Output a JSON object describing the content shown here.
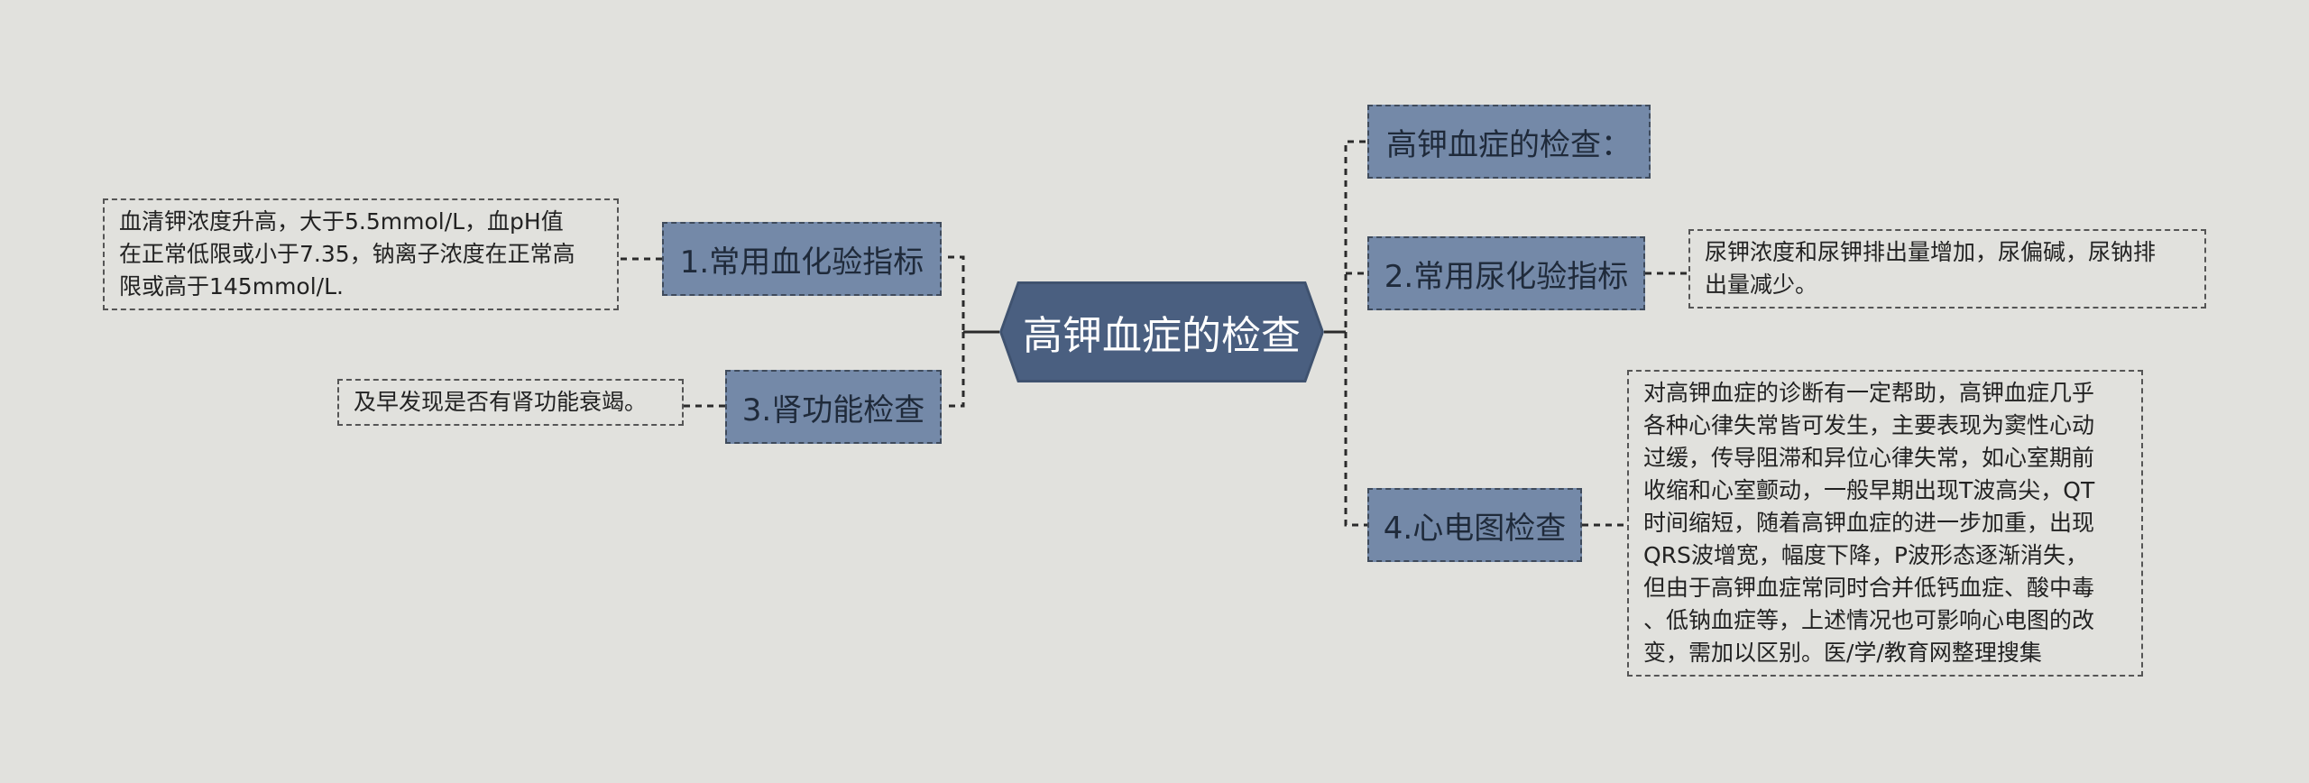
{
  "root": {
    "title": "高钾血症的检查"
  },
  "branches": {
    "b1": {
      "label": "1.常用血化验指标"
    },
    "b3": {
      "label": "3.肾功能检查"
    },
    "b0": {
      "label": "高钾血症的检查："
    },
    "b2": {
      "label": "2.常用尿化验指标"
    },
    "b4": {
      "label": "4.心电图检查"
    }
  },
  "leaves": {
    "b1": {
      "lines": [
        "血清钾浓度升高，大于5.5mmol/L，血pH值",
        "在正常低限或小于7.35，钠离子浓度在正常高",
        "限或高于145mmol/L."
      ]
    },
    "b3": {
      "lines": [
        "及早发现是否有肾功能衰竭。"
      ]
    },
    "b2": {
      "lines": [
        "尿钾浓度和尿钾排出量增加，尿偏碱，尿钠排",
        "出量减少。"
      ]
    },
    "b4": {
      "lines": [
        "对高钾血症的诊断有一定帮助，高钾血症几乎",
        "各种心律失常皆可发生，主要表现为窦性心动",
        "过缓，传导阻滞和异位心律失常，如心室期前",
        "收缩和心室颤动，一般早期出现T波高尖，QT",
        "时间缩短，随着高钾血症的进一步加重，出现",
        "QRS波增宽，幅度下降，P波形态逐渐消失，",
        "但由于高钾血症常同时合并低钙血症、酸中毒",
        "、低钠血症等，上述情况也可影响心电图的改",
        "变，需加以区别。医/学/教育网整理搜集"
      ]
    }
  },
  "colors": {
    "background": "#e1e1dd",
    "root_fill": "#4a5f80",
    "branch_fill": "#7489a8",
    "connector": "#2b2b2b"
  }
}
